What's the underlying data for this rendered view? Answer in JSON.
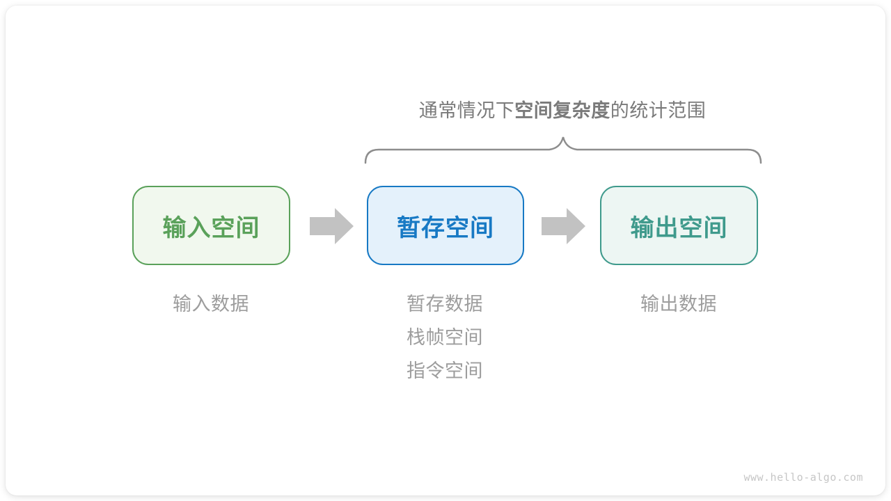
{
  "title": {
    "prefix": "通常情况下",
    "emphasis": "空间复杂度",
    "suffix": "的统计范围"
  },
  "boxes": [
    {
      "id": "input-space",
      "label": "输入空间"
    },
    {
      "id": "temp-space",
      "label": "暂存空间"
    },
    {
      "id": "output-space",
      "label": "输出空间"
    }
  ],
  "sub_labels": {
    "input": "输入数据",
    "temp": [
      "暂存数据",
      "栈帧空间",
      "指令空间"
    ],
    "output": "输出数据"
  },
  "icons": {
    "arrow": "right-block-arrow-icon",
    "brace": "curly-brace-down-icon"
  },
  "watermark": "www.hello-algo.com",
  "colors": {
    "green_stroke": "#5aa15a",
    "green_fill": "#f1f8ee",
    "blue_stroke": "#1779c4",
    "blue_fill": "#e4f1fb",
    "teal_stroke": "#3f9a8c",
    "teal_fill": "#edf6f3",
    "arrow": "#c2c2c2",
    "brace": "#8d8d8d",
    "title_text": "#7a7a7a",
    "label_text": "#9d9d9d",
    "watermark": "#c6c6c6"
  }
}
